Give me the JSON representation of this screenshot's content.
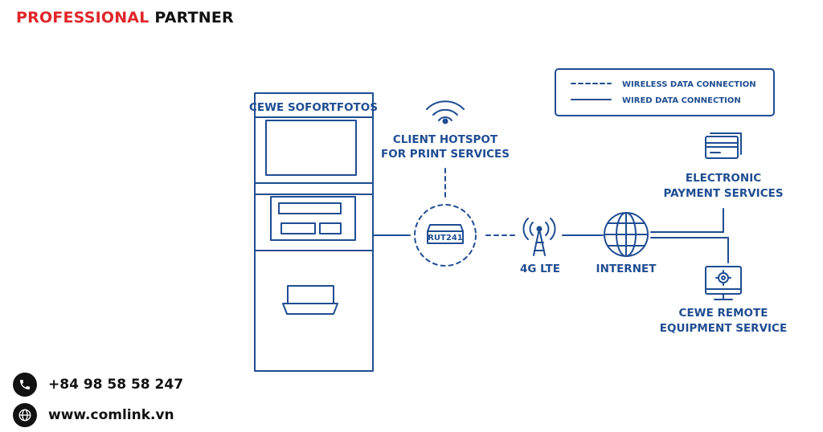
{
  "brand": {
    "part1": "PROFESSIONAL",
    "part2": "PARTNER",
    "color_red": "#e0262b"
  },
  "diagram": {
    "accent_color": "#1f4d92",
    "kiosk_title": "CEWE SOFORTFOTOS",
    "hotspot_line1": "CLIENT HOTSPOT",
    "hotspot_line2": "FOR PRINT SERVICES",
    "router_label": "RUT241",
    "tower_label": "4G LTE",
    "internet_label": "INTERNET",
    "payment_line1": "ELECTRONIC",
    "payment_line2": "PAYMENT SERVICES",
    "remote_line1": "CEWE REMOTE",
    "remote_line2": "EQUIPMENT SERVICE",
    "legend_wireless": "WIRELESS DATA CONNECTION",
    "legend_wired": "WIRED DATA CONNECTION"
  },
  "contact": {
    "phone": "+84 98 58 58 247",
    "website": "www.comlink.vn",
    "phone_icon": "phone-icon",
    "globe_icon": "globe-icon"
  }
}
